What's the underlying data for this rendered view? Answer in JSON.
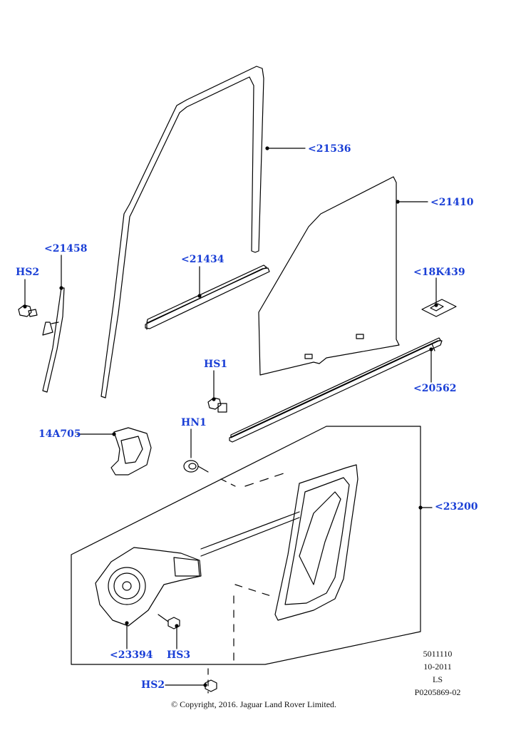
{
  "callouts": {
    "c21536": "<21536",
    "c21410": "<21410",
    "c21458": "<21458",
    "c21434": "<21434",
    "c18K439": "<18K439",
    "hs2_top": "HS2",
    "hs1": "HS1",
    "c20562": "<20562",
    "c14A705": "14A705",
    "hn1": "HN1",
    "c23200": "<23200",
    "c23394": "<23394",
    "hs3": "HS3",
    "hs2_bottom": "HS2"
  },
  "meta": {
    "code1": "5011110",
    "date": "10-2011",
    "ls": "LS",
    "ref": "P0205869-02"
  },
  "copyright": "© Copyright, 2016. Jaguar Land Rover Limited.",
  "colors": {
    "callout": "#1a3fd6",
    "line": "#000000"
  }
}
